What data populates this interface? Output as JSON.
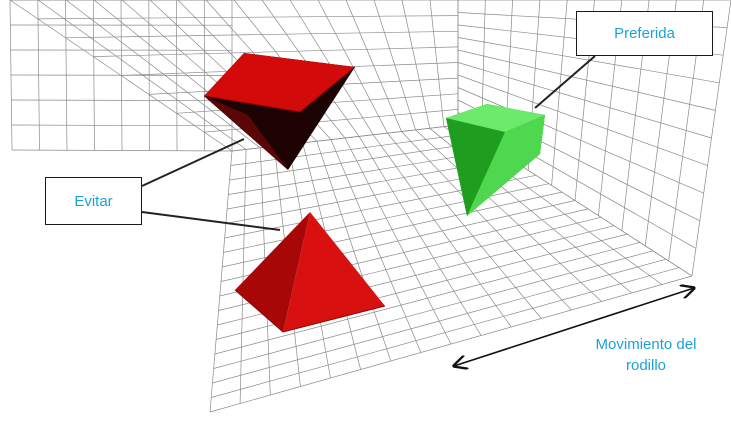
{
  "callouts": {
    "preferred": "Preferida",
    "avoid": "Evitar"
  },
  "motion_label": {
    "line1": "Movimiento del",
    "line2": "rodillo"
  },
  "colors": {
    "label_text": "#1aa3d8",
    "avoid_shape": "#c40b0b",
    "preferred_shape": "#2ec22e",
    "grid": "#8a8a8a"
  }
}
